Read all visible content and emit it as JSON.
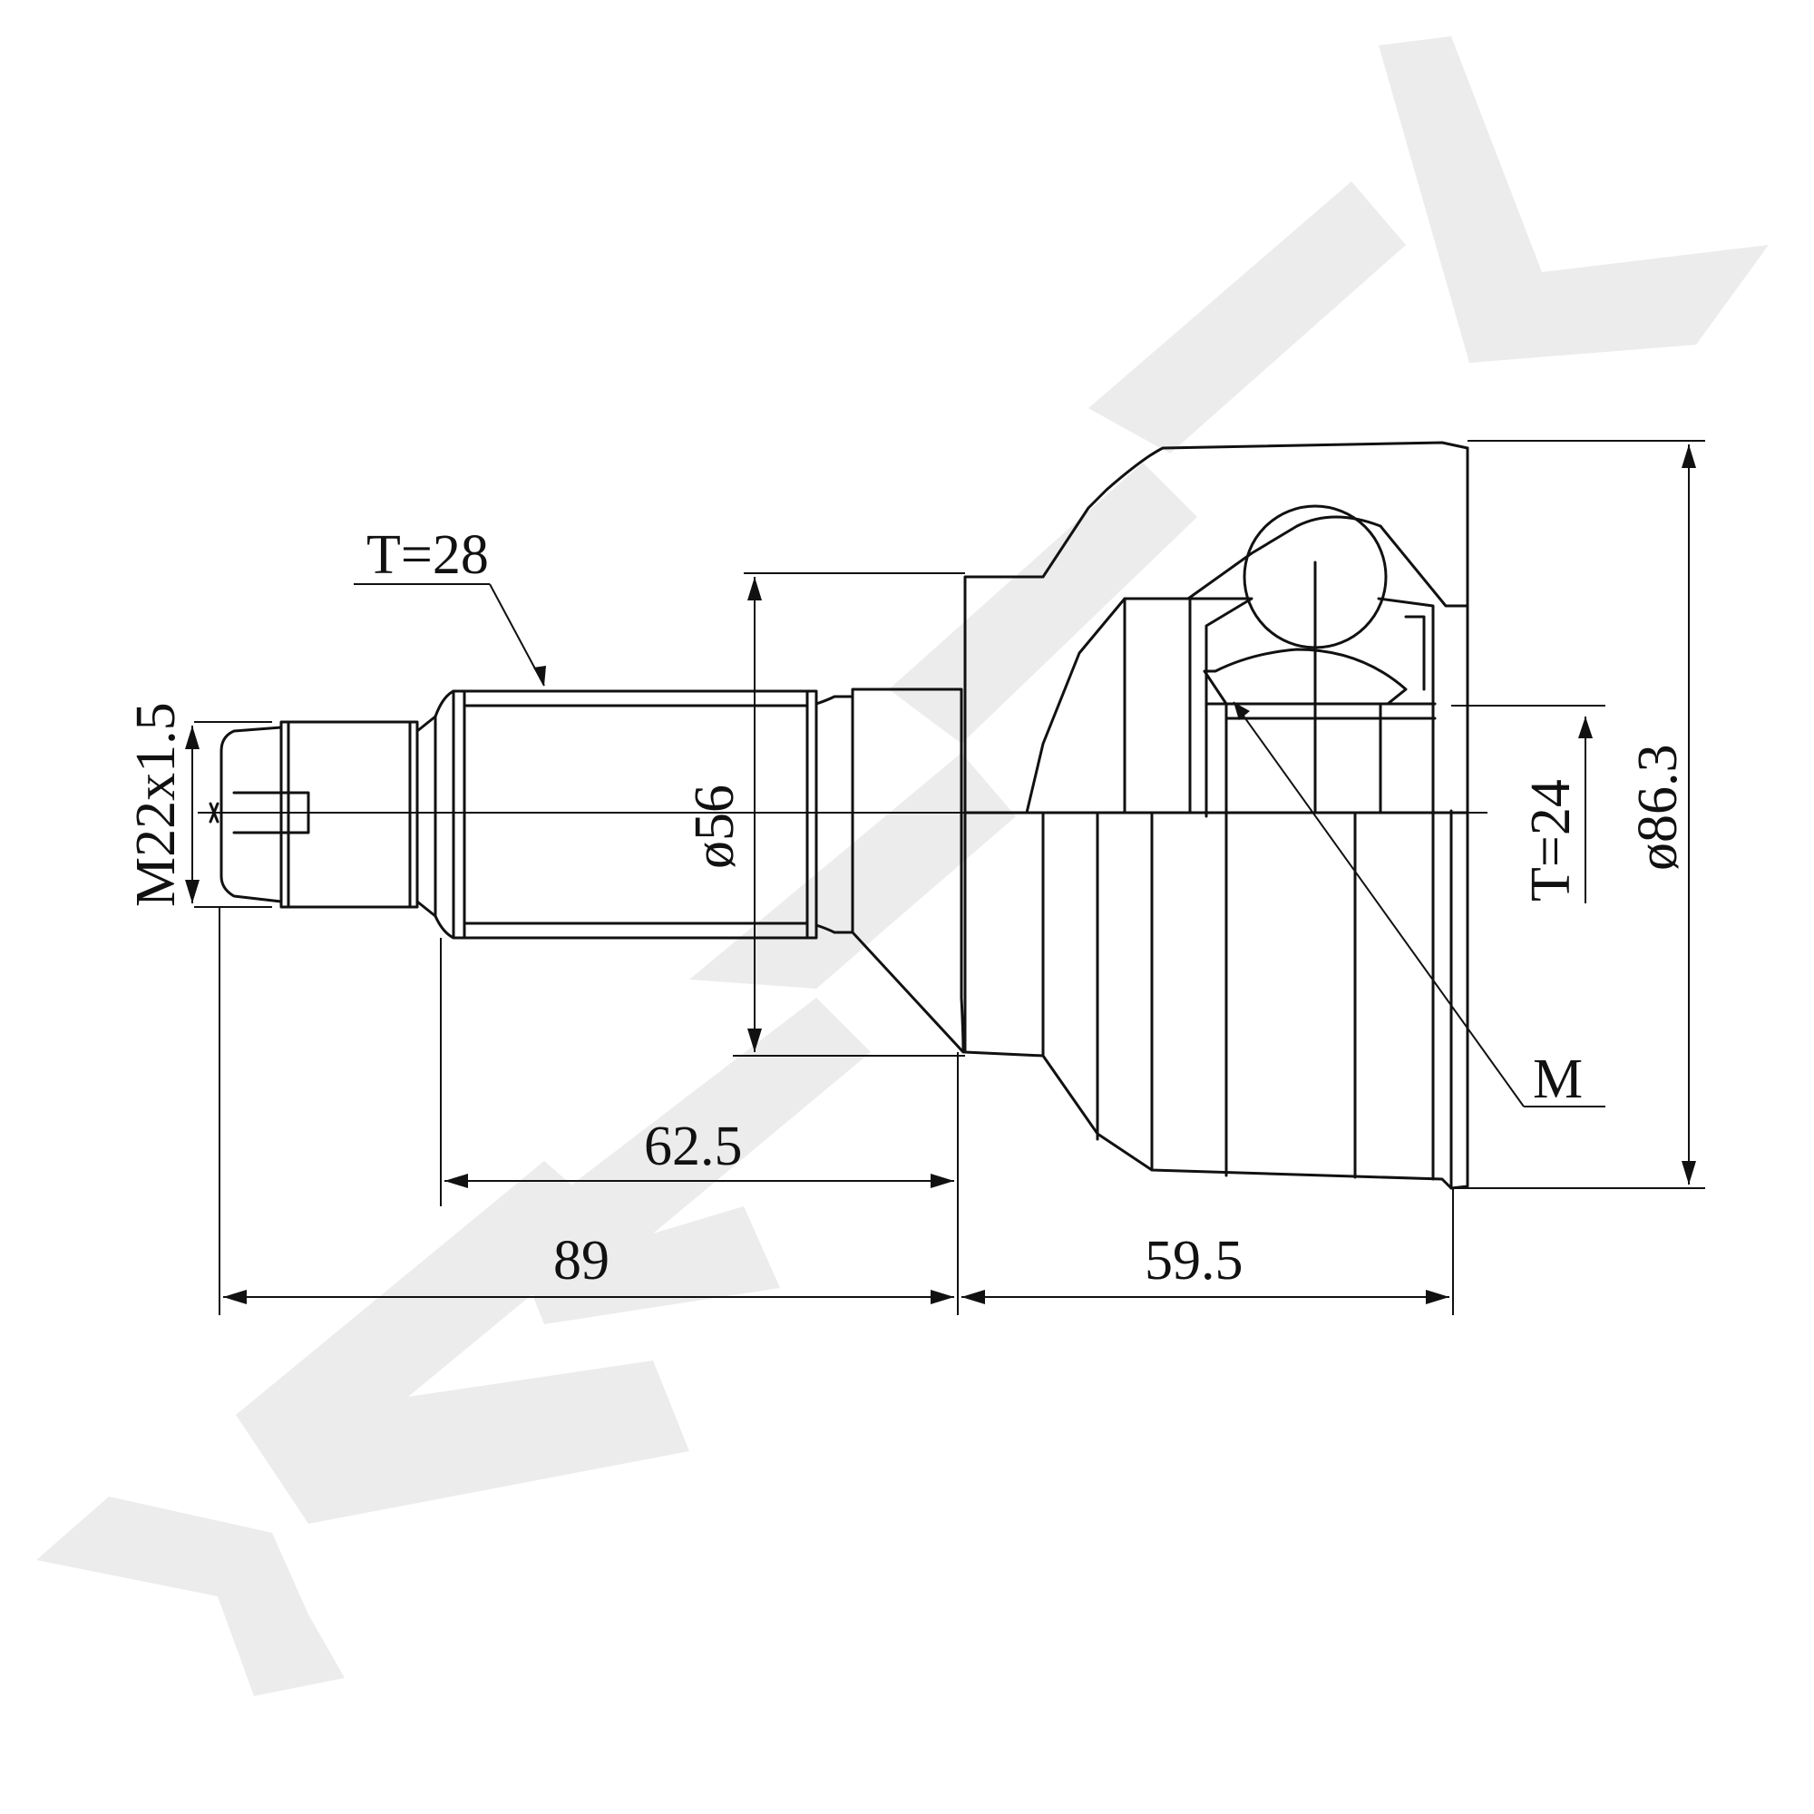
{
  "diagram": {
    "labels": {
      "thread_spec": "M22x1.5",
      "spline_outer": "T=28",
      "shaft_dia": "ø56",
      "spline_inner": "T=24",
      "housing_dia": "ø86.3",
      "marker": "M",
      "len_spline": "62.5",
      "len_stub": "89",
      "len_housing": "59.5"
    },
    "watermark": "ZENTEK",
    "colors": {
      "line": "#111111",
      "hatch_fill": "#ffffff",
      "watermark": "#ececec"
    }
  }
}
